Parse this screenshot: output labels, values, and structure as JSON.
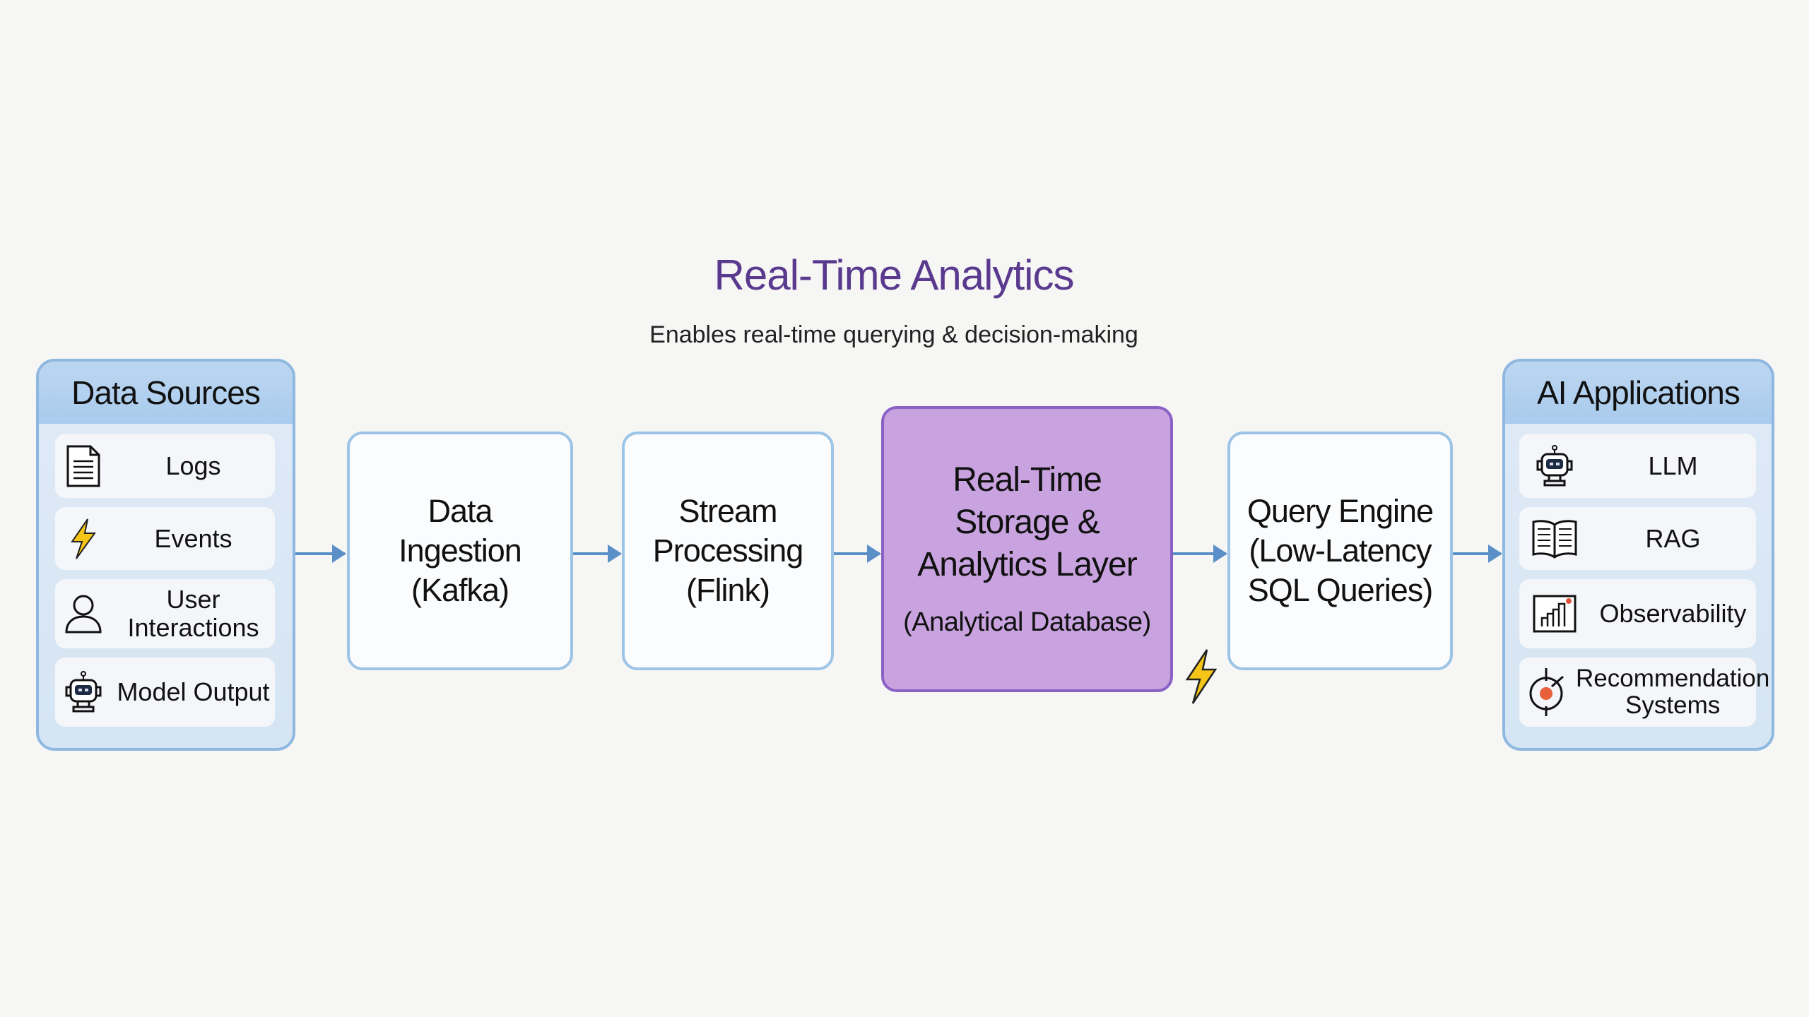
{
  "title": "Real-Time Analytics",
  "subtitle": "Enables real-time querying & decision-making",
  "data_sources": {
    "header": "Data Sources",
    "items": [
      {
        "label": "Logs",
        "icon": "document-icon"
      },
      {
        "label": "Events",
        "icon": "lightning-icon"
      },
      {
        "label": "User Interactions",
        "icon": "user-icon"
      },
      {
        "label": "Model Output",
        "icon": "robot-icon"
      }
    ]
  },
  "pipeline": [
    {
      "label": "Data Ingestion (Kafka)"
    },
    {
      "label": "Stream Processing (Flink)"
    },
    {
      "label": "Real-Time Storage & Analytics Layer",
      "sub": "(Analytical Database)"
    },
    {
      "label": "Query Engine (Low-Latency SQL Queries)"
    }
  ],
  "ai_applications": {
    "header": "AI Applications",
    "items": [
      {
        "label": "LLM",
        "icon": "robot-icon"
      },
      {
        "label": "RAG",
        "icon": "book-icon"
      },
      {
        "label": "Observability",
        "icon": "chart-icon"
      },
      {
        "label": "Recommendation Systems",
        "icon": "target-icon"
      }
    ]
  },
  "colors": {
    "title": "#5a3a8e",
    "panel_border": "#8fb8e0",
    "storage_fill": "#c9a3df",
    "arrow": "#5b8fc7",
    "bolt": "#f5c518"
  }
}
